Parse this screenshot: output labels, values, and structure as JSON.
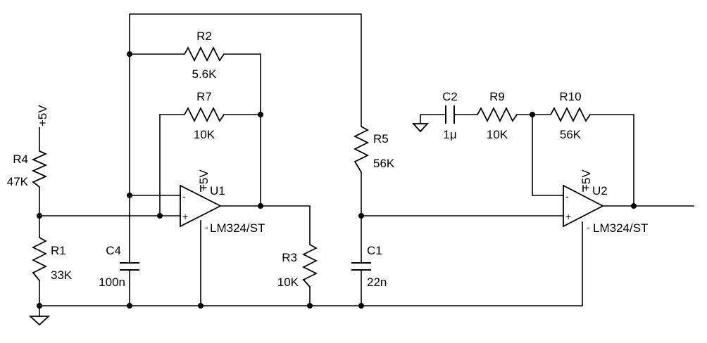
{
  "components": {
    "r1": {
      "ref": "R1",
      "value": "33K"
    },
    "r2": {
      "ref": "R2",
      "value": "5.6K"
    },
    "r3": {
      "ref": "R3",
      "value": "10K"
    },
    "r4": {
      "ref": "R4",
      "value": "47K"
    },
    "r5": {
      "ref": "R5",
      "value": "56K"
    },
    "r7": {
      "ref": "R7",
      "value": "10K"
    },
    "r9": {
      "ref": "R9",
      "value": "10K"
    },
    "r10": {
      "ref": "R10",
      "value": "56K"
    },
    "c1": {
      "ref": "C1",
      "value": "22n"
    },
    "c2": {
      "ref": "C2",
      "value": "1μ"
    },
    "c4": {
      "ref": "C4",
      "value": "100n"
    },
    "u1": {
      "ref": "U1",
      "part": "LM324/ST",
      "supply": "+5V",
      "inv": "-",
      "noninv": "+",
      "neg_supply": "-"
    },
    "u2": {
      "ref": "U2",
      "part": "LM324/ST",
      "supply": "+5V",
      "inv": "-",
      "noninv": "+",
      "neg_supply": "-"
    }
  },
  "power": {
    "vcc_label": "+5V"
  }
}
